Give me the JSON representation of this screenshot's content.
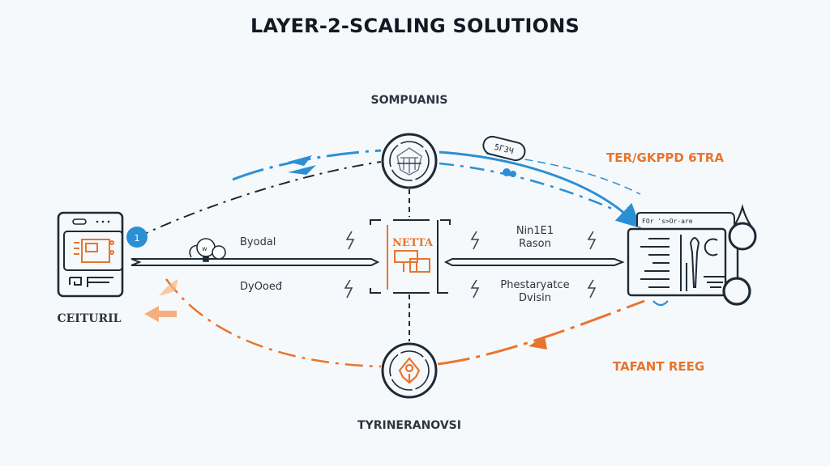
{
  "title": "LAYER-2-SCALING SOLUTIONS",
  "colors": {
    "background": "#f6f9fb",
    "ink": "#1e2a36",
    "blue": "#2b8fd6",
    "orange": "#e8742e"
  },
  "nodes": {
    "top": {
      "label": "SOMPUANIS",
      "icon": "shield-building-icon"
    },
    "bottom": {
      "label": "TYRINERANOVSI",
      "icon": "rocket-icon"
    },
    "left": {
      "label": "CEITURIL",
      "icon": "mobile-device-icon",
      "badge": "1"
    },
    "right": {
      "icon": "document-dashboard-icon",
      "header": "FOr  's>Or·are"
    },
    "center": {
      "label": "NETTA",
      "icon": "layer-box-icon"
    }
  },
  "annotations": {
    "top_right": "TER/GKPPD 6TRA",
    "bottom_right": "TAFANT REEG",
    "pill": "5Г3Ч"
  },
  "channels": {
    "left_above": "Byodal",
    "left_below": "DyOoeđ",
    "right_above_line1": "Nin1E1",
    "right_above_line2": "Rason",
    "right_below_line1": "Phestaryatce",
    "right_below_line2": "Dvisin"
  }
}
